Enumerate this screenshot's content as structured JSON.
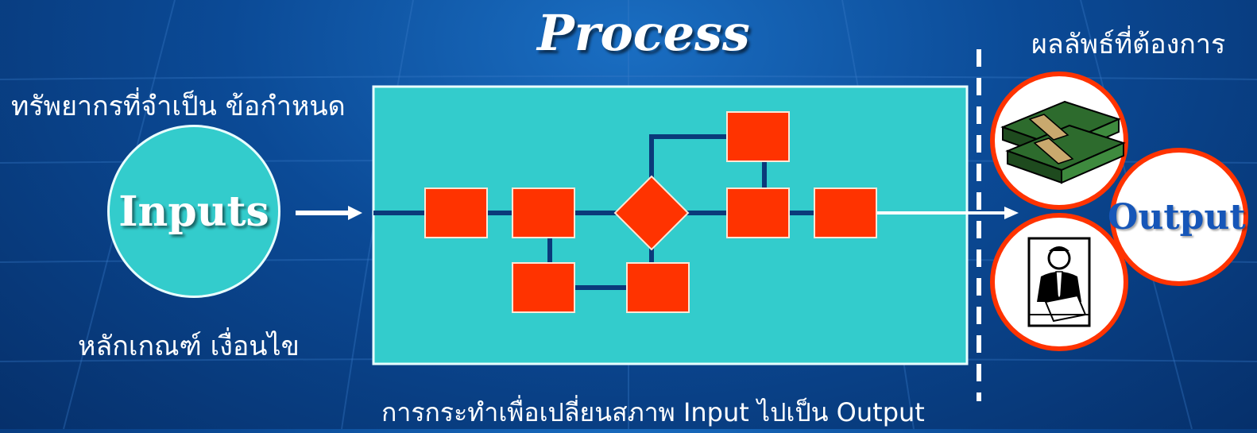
{
  "title": "Process",
  "labels": {
    "resources": "ทรัพยากรที่จำเป็น  ข้อกำหนด",
    "criteria": "หลักเกณฑ์ เงื่อนไข",
    "desired_result": "ผลลัพธ์ที่ต้องการ",
    "transformation": "การกระทำเพื่อเปลี่ยนสภาพ Input ไปเป็น  Output"
  },
  "inputs_label": "Inputs",
  "output_label": "Output",
  "colors": {
    "process_box": "#33cccc",
    "step": "#ff3300",
    "connector": "#0a3a7a",
    "output_ring": "#ff3300"
  },
  "icons": [
    "money-stack-icon",
    "businessman-paying-icon"
  ]
}
